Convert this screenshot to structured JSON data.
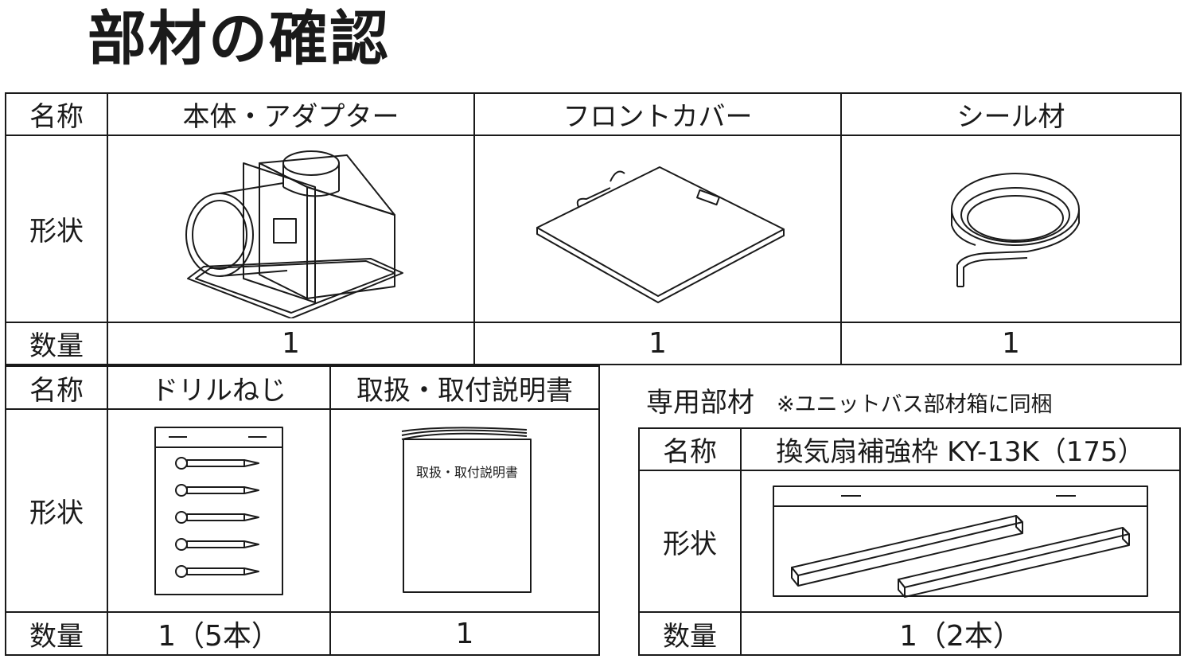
{
  "page_title": "部材の確認",
  "row_labels": {
    "name": "名称",
    "shape": "形状",
    "quantity": "数量"
  },
  "table_top": {
    "items": [
      {
        "name": "本体・アダプター",
        "quantity": "1",
        "icon": "fan-body-adapter-illustration"
      },
      {
        "name": "フロントカバー",
        "quantity": "1",
        "icon": "front-cover-illustration"
      },
      {
        "name": "シール材",
        "quantity": "1",
        "icon": "seal-tape-roll-illustration"
      }
    ]
  },
  "table_bottom_left": {
    "items": [
      {
        "name": "ドリルねじ",
        "quantity": "1（5本）",
        "icon": "drill-screws-illustration"
      },
      {
        "name": "取扱・取付説明書",
        "quantity": "1",
        "icon": "manual-booklet-illustration",
        "cover_text": "取扱・取付説明書"
      }
    ]
  },
  "dedicated_section": {
    "label": "専用部材",
    "note": "※ユニットバス部材箱に同梱",
    "item": {
      "name": "換気扇補強枠 KY-13K（175）",
      "quantity": "1（2本）",
      "icon": "reinforcement-frame-bars-illustration"
    }
  }
}
